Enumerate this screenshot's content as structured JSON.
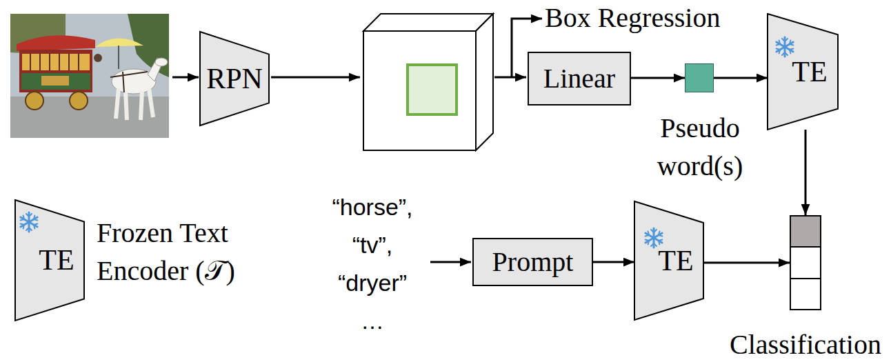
{
  "diagram": {
    "nodes": [
      {
        "text": [
          "RPN"
        ]
      },
      {
        "text": [
          "Linear"
        ]
      },
      {
        "text": [
          "Pseudo word(s)"
        ]
      },
      {
        "text": [
          "TE"
        ]
      },
      {
        "text": [
          "TE",
          "Frozen Text Encoder (𝒯)"
        ]
      },
      {
        "text": [
          "Prompt"
        ]
      },
      {
        "text": [
          "TE"
        ]
      },
      {
        "text": [
          "Classification"
        ]
      }
    ],
    "edges": [
      {
        "from": 1,
        "to": 2,
        "arrow": "to"
      },
      {
        "from": 2,
        "to": 3,
        "arrow": "to"
      },
      {
        "from": 3,
        "to": 7,
        "arrow": "to"
      },
      {
        "from": 5,
        "to": 6,
        "arrow": "to"
      },
      {
        "from": 6,
        "to": 7,
        "arrow": "to"
      }
    ],
    "labels": [
      "Box Regression",
      "“horse”,",
      "“tv”,",
      "“dryer”",
      "…"
    ]
  }
}
